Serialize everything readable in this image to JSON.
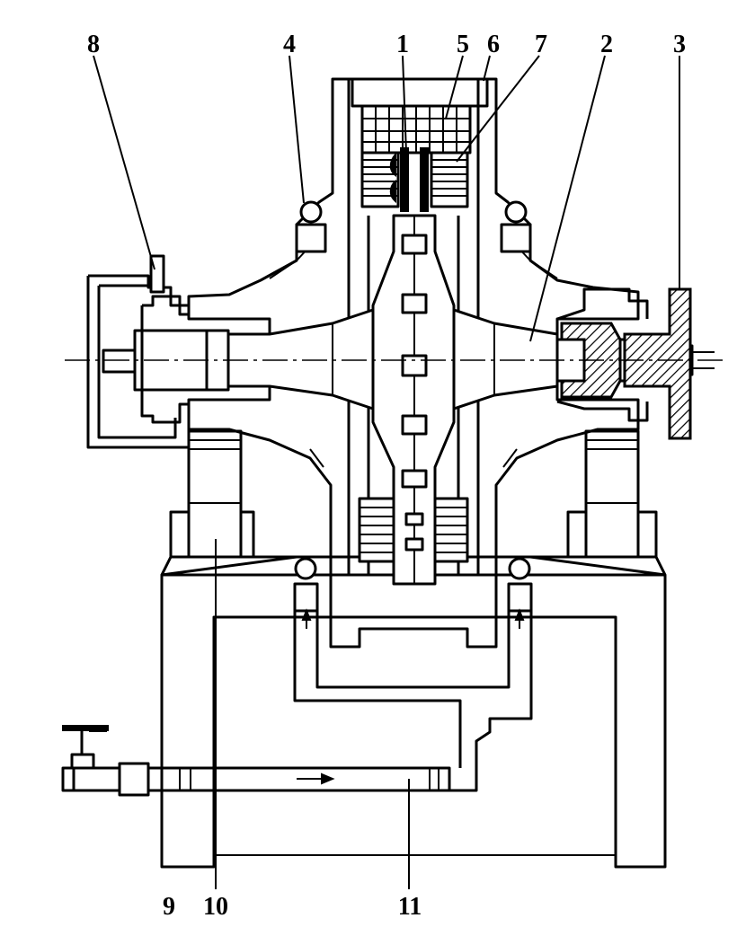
{
  "labels": {
    "n1": "1",
    "n2": "2",
    "n3": "3",
    "n4": "4",
    "n5": "5",
    "n6": "6",
    "n7": "7",
    "n8": "8",
    "n9": "9",
    "n10": "10",
    "n11": "11"
  }
}
